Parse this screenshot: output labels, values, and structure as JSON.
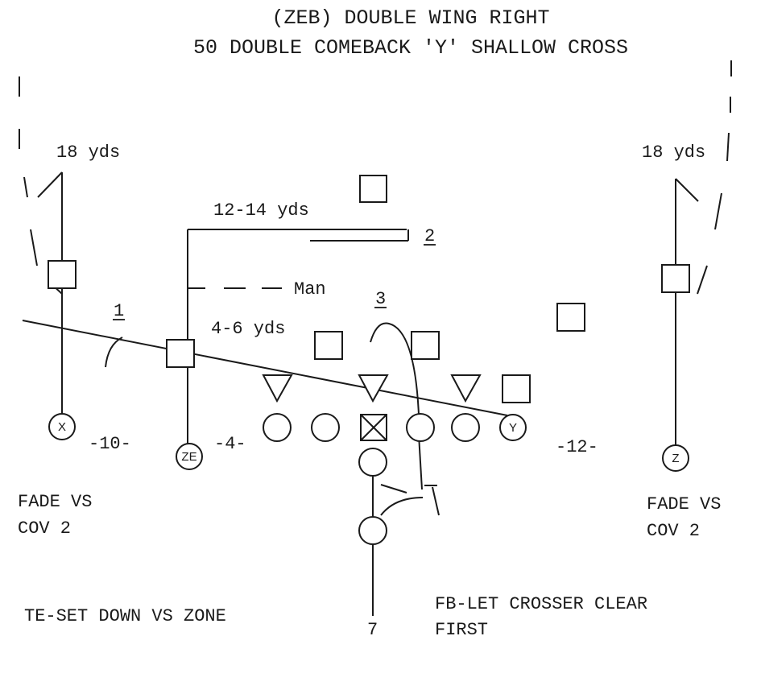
{
  "title": {
    "line1": "(ZEB) DOUBLE WING RIGHT",
    "line2": "50 DOUBLE COMEBACK 'Y' SHALLOW CROSS"
  },
  "route_labels": {
    "left_depth": "18 yds",
    "right_depth": "18 yds",
    "ze_depth": "12-14 yds",
    "man": "Man",
    "short_depth": "4-6 yds"
  },
  "read_numbers": {
    "first": "1",
    "second": "2",
    "third": "3",
    "fb_number": "7"
  },
  "splits": {
    "x_split": "-10-",
    "ze_split": "-4-",
    "y_split": "-12-"
  },
  "players": {
    "x": "X",
    "ze": "ZE",
    "y": "Y",
    "z": "Z"
  },
  "notes": {
    "left_fade": [
      "FADE VS",
      "COV 2"
    ],
    "right_fade": [
      "FADE VS",
      "COV 2"
    ],
    "te_note": "TE-SET DOWN VS ZONE",
    "fb_note": [
      "FB-LET CROSSER CLEAR",
      "FIRST"
    ]
  }
}
